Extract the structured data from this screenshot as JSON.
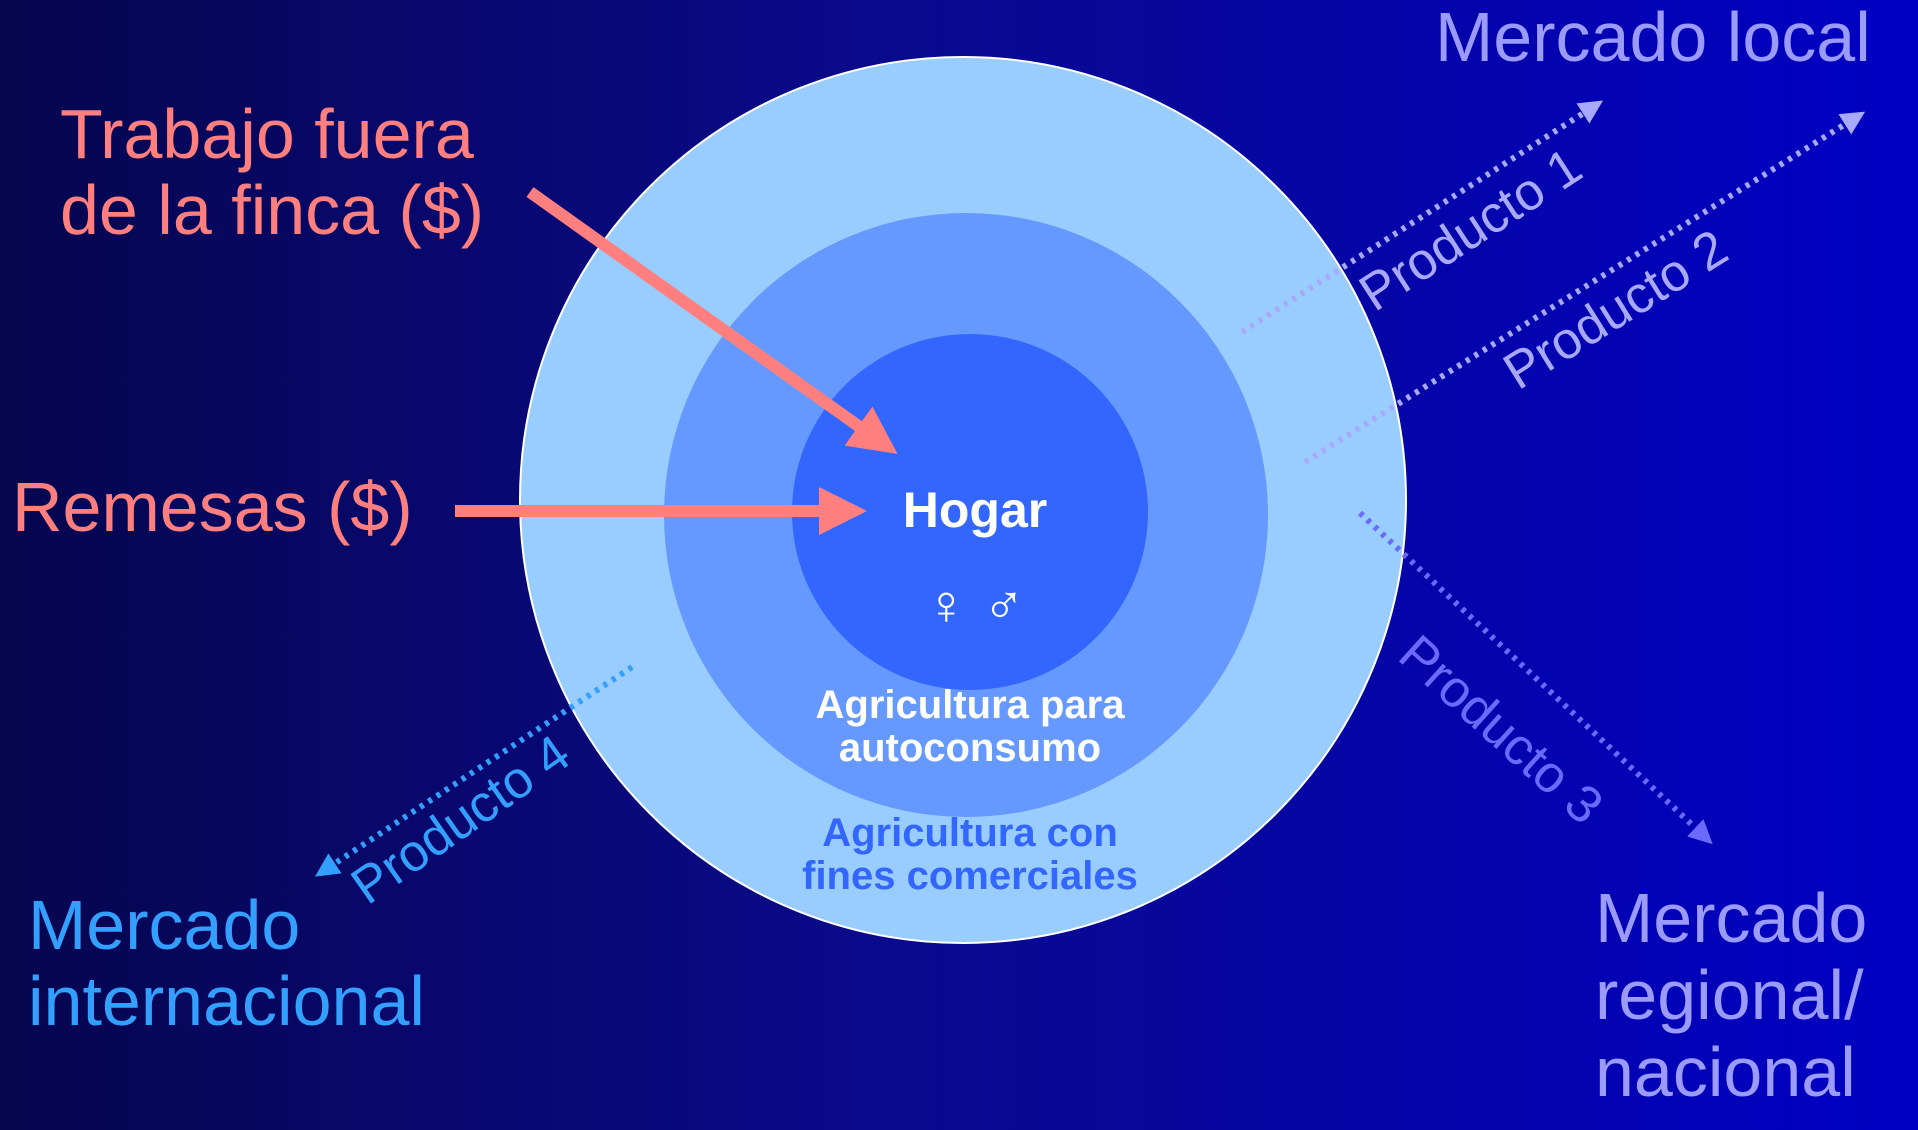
{
  "left_inputs": {
    "off_farm_work": [
      "Trabajo fuera",
      "de la finca ($)"
    ],
    "remittances": "Remesas ($)"
  },
  "center": {
    "household": "Hogar",
    "gender_symbols": "♀ ♂",
    "subsistence": [
      "Agricultura para",
      "autoconsumo"
    ],
    "commercial": [
      "Agricultura con",
      "fines comerciales"
    ]
  },
  "products": {
    "p1": "Producto 1",
    "p2": "Producto 2",
    "p3": "Producto 3",
    "p4": "Producto 4"
  },
  "markets": {
    "local": "Mercado local",
    "international": [
      "Mercado",
      "internacional"
    ],
    "regional": [
      "Mercado",
      "regional/",
      "nacional"
    ]
  },
  "colors": {
    "inputs": "#ff7f7f",
    "outer_ring": "#99ccff",
    "middle_ring": "#6699ff",
    "inner_circle": "#3366ff",
    "product_1_2": "#a8a8ff",
    "product_3": "#6666ff",
    "product_4": "#33a0ff"
  }
}
